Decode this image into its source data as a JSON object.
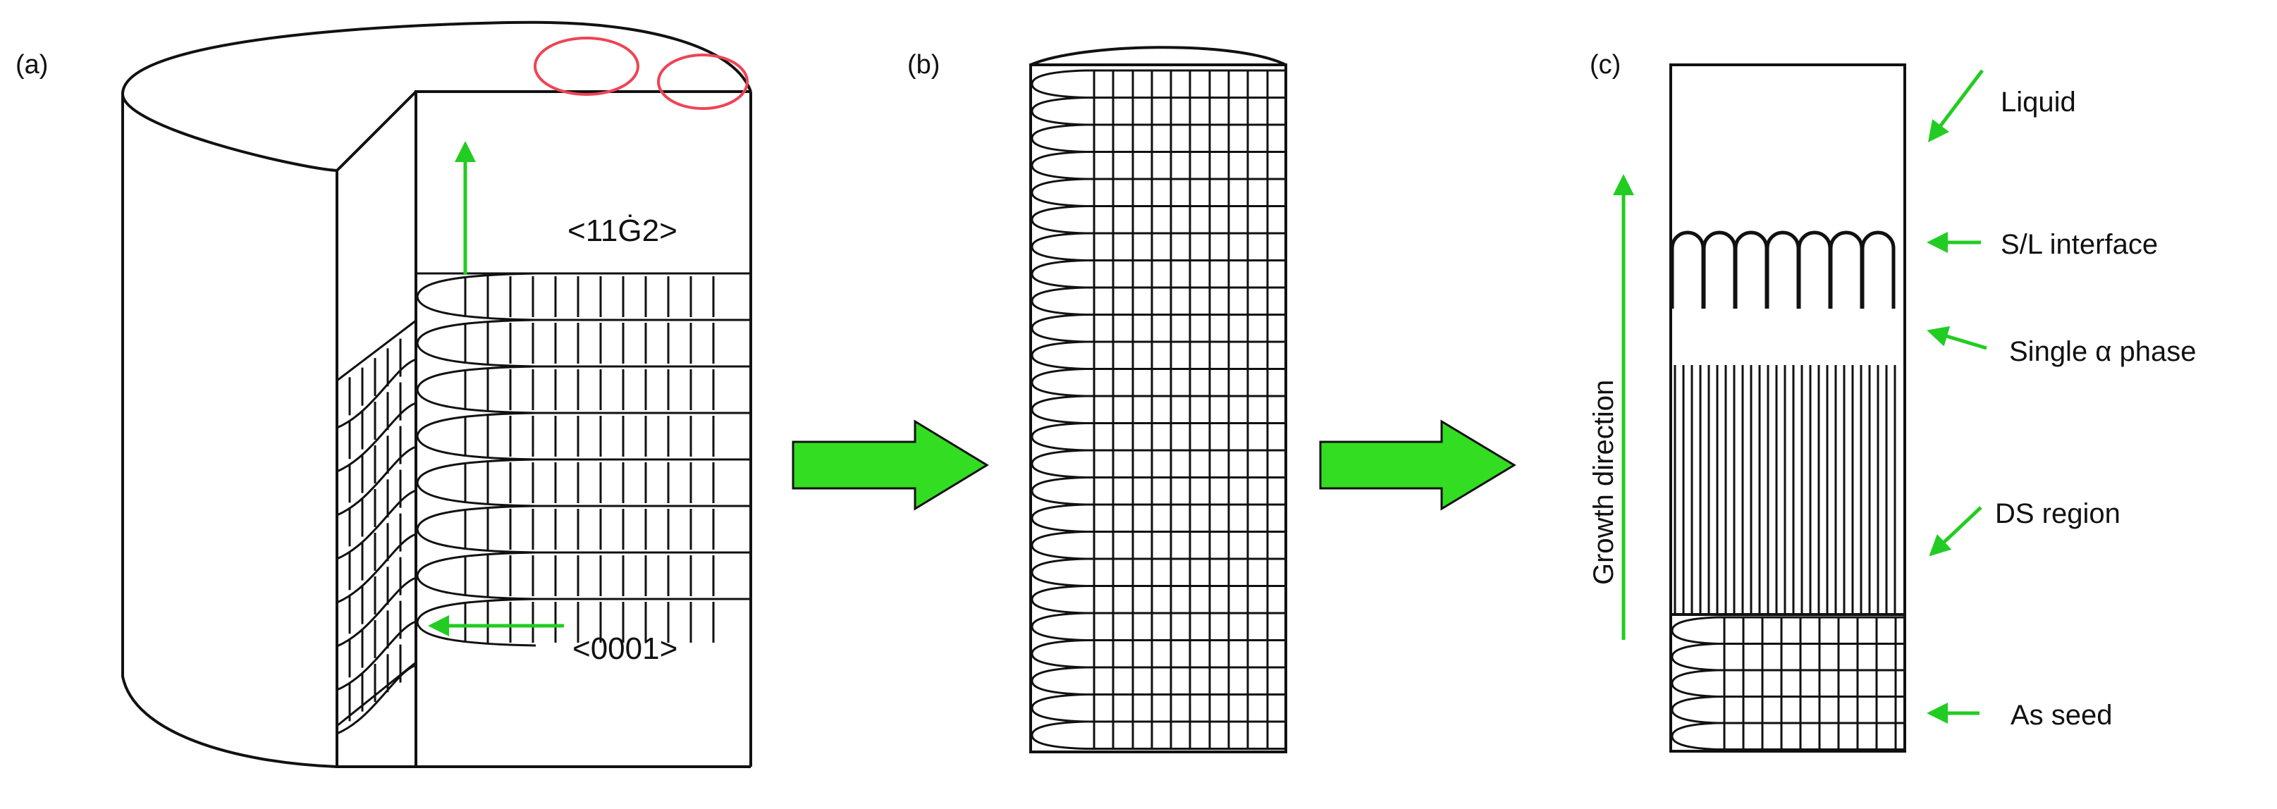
{
  "panels": {
    "a": {
      "label": "(a)",
      "direction_upper": "<11Ġ2>",
      "direction_lower": "<0001>"
    },
    "b": {
      "label": "(b)"
    },
    "c": {
      "label": "(c)"
    }
  },
  "annotations": {
    "liquid": "Liquid",
    "sl_interface": "S/L interface",
    "single_alpha": "Single α phase",
    "ds_region": "DS region",
    "as_seed": "As seed",
    "growth_direction": "Growth direction"
  },
  "colors": {
    "arrow_green": "#22cc22",
    "process_arrow_fill": "#33dd22",
    "ellipse_red": "#ee4455",
    "line": "#111111"
  }
}
